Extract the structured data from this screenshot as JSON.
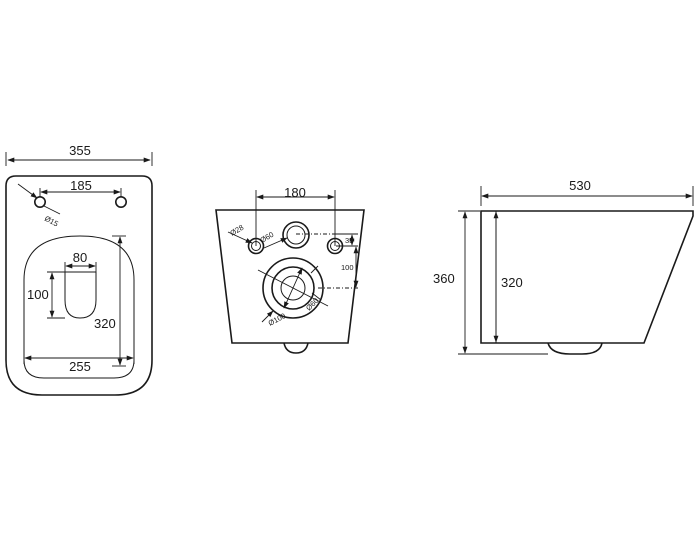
{
  "front_view": {
    "total_width": "355",
    "hole_spacing": "185",
    "hole_diameter": "Ø15",
    "opening_width": "80",
    "opening_height": "100",
    "bowl_length": "320",
    "bowl_width": "255"
  },
  "back_view": {
    "bolt_spacing": "180",
    "bolt_hole_diameter": "Ø28",
    "inlet_diameter": "Ø60",
    "inlet_offset": "35",
    "outlet_offset": "100",
    "outlet_inner_diameter": "Ø60",
    "outlet_outer_diameter": "Ø100"
  },
  "side_view": {
    "total_length": "530",
    "total_height": "360",
    "inner_height": "320"
  }
}
